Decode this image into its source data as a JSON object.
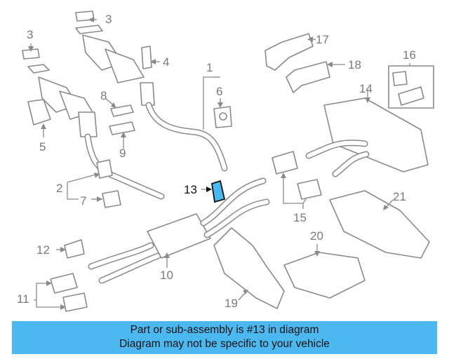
{
  "highlight": {
    "color": "#4cb8f0",
    "part": "13"
  },
  "callouts": {
    "c1": "1",
    "c2": "2",
    "c3a": "3",
    "c3b": "3",
    "c4": "4",
    "c5": "5",
    "c6": "6",
    "c7": "7",
    "c8": "8",
    "c9": "9",
    "c10": "10",
    "c11": "11",
    "c12": "12",
    "c13": "13",
    "c14": "14",
    "c15": "15",
    "c16": "16",
    "c17": "17",
    "c18": "18",
    "c19": "19",
    "c20": "20",
    "c21": "21"
  },
  "banner": {
    "line1": "Part or sub-assembly is #13 in diagram",
    "line2": "Diagram may not be specific to your vehicle"
  }
}
